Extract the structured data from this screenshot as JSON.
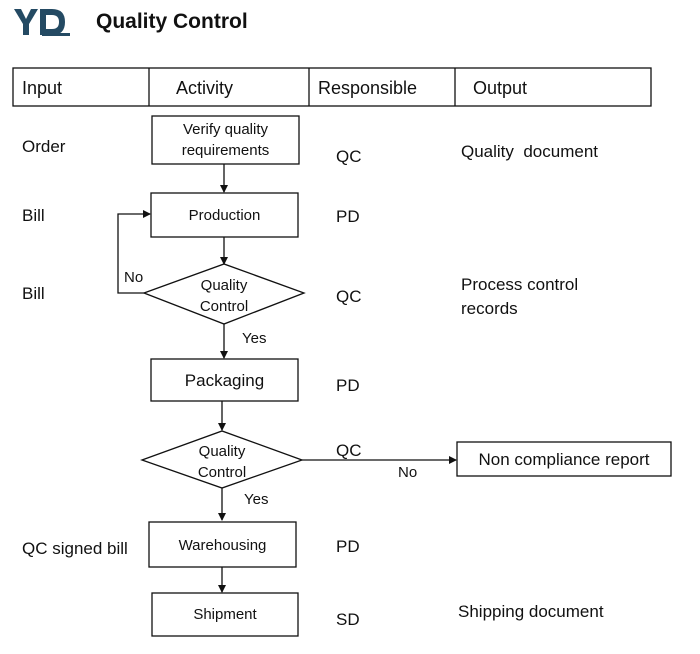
{
  "header": {
    "logo_text": "YD",
    "title": "Quality Control"
  },
  "columns": [
    "Input",
    "Activity",
    "Responsible",
    "Output"
  ],
  "rows": [
    {
      "input": "Order",
      "responsible": "QC",
      "output": [
        "Quality  document"
      ]
    },
    {
      "input": "Bill",
      "responsible": "PD",
      "output": []
    },
    {
      "input": "Bill",
      "responsible": "QC",
      "output": [
        "Process control",
        "records"
      ]
    },
    {
      "input": "",
      "responsible": "PD",
      "output": []
    },
    {
      "input": "",
      "responsible": "QC",
      "output": []
    },
    {
      "input": "QC signed bill",
      "responsible": "PD",
      "output": []
    },
    {
      "input": "",
      "responsible": "SD",
      "output": [
        "Shipping document"
      ]
    }
  ],
  "flow": {
    "verify": [
      "Verify quality",
      "requirements"
    ],
    "production": "Production",
    "qc1": [
      "Quality",
      "Control"
    ],
    "packaging": "Packaging",
    "qc2": [
      "Quality",
      "Control"
    ],
    "warehousing": "Warehousing",
    "shipment": "Shipment",
    "no1": "No",
    "yes1": "Yes",
    "no2": "No",
    "yes2": "Yes",
    "noncompliance": "Non compliance report"
  }
}
